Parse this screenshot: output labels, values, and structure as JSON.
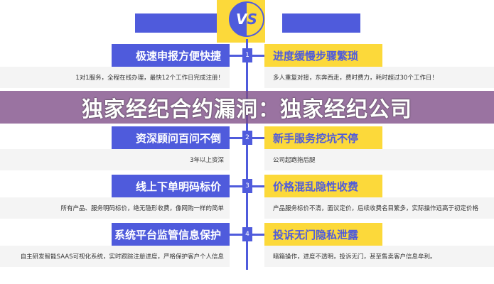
{
  "vs_label": {
    "v": "V",
    "s": "S"
  },
  "rows": [
    {
      "num": "1",
      "left_title": "极速申报方便快捷",
      "right_title": "进度缓慢步骤繁琐",
      "left_desc": "1对1服务，全程在线办理，最快12个工作日完成注册！",
      "right_desc": "多人重复对接，东奔西走，费时费力，耗时超过30个工作日！"
    },
    {
      "num": "2",
      "left_title": "资深顾问百问不倒",
      "right_title": "新手服务挖坑不停",
      "left_desc": "3年以上资深",
      "right_desc": "公司起跑拖后腿"
    },
    {
      "num": "3",
      "left_title": "线上下单明码标价",
      "right_title": "价格混乱隐性收费",
      "left_desc": "所有产品、服务明码标价，绝无隐形收费，像网购一样的简单",
      "right_desc": "产品服务标价不清，面议定价，后续收费名目繁多，实际操作远高于初定价格"
    },
    {
      "num": "4",
      "left_title": "系统平台监管信息保护",
      "right_title": "投诉无门隐私泄露",
      "left_desc": "自主研发智能SAAS可视化系统，实时跟踪注册进度，严格保护客户个人信息",
      "right_desc": "暗箱操作，进度不透明，投诉无门，甚至售卖客户信息牟利。"
    }
  ],
  "banner": "独家经纪合约漏洞：独家经纪公司",
  "colors": {
    "blue": "#4f5bdc",
    "yellow": "#fcd93a",
    "banner": "#7d4b87"
  }
}
